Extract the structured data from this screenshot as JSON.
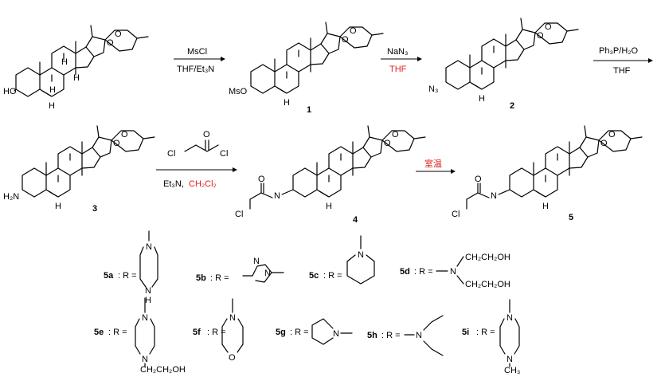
{
  "reagents": {
    "r1_top": "MsCl",
    "r1_bottom": "THF/Et₃N",
    "r2_top": "NaN₃",
    "r2_bottom": "THF",
    "r3_top": "Ph₃P/H₂O",
    "r3_bottom": "THF",
    "r4_bottom_a": "Et₃N,",
    "r4_bottom_b": "CH₂Cl₂",
    "r5_top": "室温"
  },
  "compounds": {
    "c1": "1",
    "c2": "2",
    "c3": "3",
    "c4": "4",
    "c5": "5"
  },
  "atoms": {
    "o": "O",
    "ho": "HO",
    "mso": "MsO",
    "n3": "N₃",
    "h2n": "H₂N",
    "h": "H",
    "cl": "Cl",
    "nh": "N",
    "hn": "H",
    "n": "N"
  },
  "r_groups": {
    "r_equals": "R =",
    "a": "5a",
    "b": "5b",
    "c": "5c",
    "d": "5d",
    "e": "5e",
    "f": "5f",
    "g": "5g",
    "h": "5h",
    "i": "5i",
    "a_sfx": ": R =",
    "sfx": ": R =",
    "ch2ch2oh": "CH₂CH₂OH",
    "ch2ch2oh_e": "CH₂CH₂OH",
    "nh_a": "NH",
    "ch3": "CH₃"
  }
}
